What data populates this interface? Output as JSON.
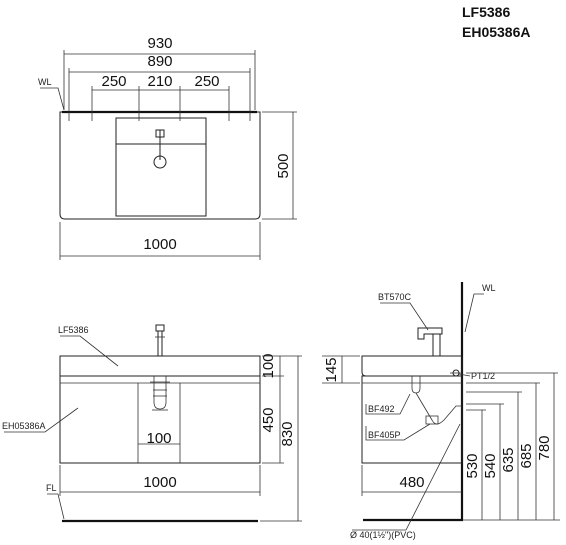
{
  "models": {
    "basin": "LF5386",
    "cabinet": "EH05386A"
  },
  "top_view": {
    "wl_label": "WL",
    "dim_930": "930",
    "dim_890": "890",
    "dim_250_left": "250",
    "dim_210": "210",
    "dim_250_right": "250",
    "dim_500": "500",
    "dim_1000": "1000"
  },
  "front_view": {
    "basin_label": "LF5386",
    "cabinet_label": "EH05386A",
    "fl_label": "FL",
    "dim_100_top": "100",
    "dim_450": "450",
    "dim_830": "830",
    "dim_100_center": "100",
    "dim_1000": "1000"
  },
  "side_view": {
    "faucet_label": "BT570C",
    "wl_label": "WL",
    "pt_label": "PT1/2",
    "bf492_label": "BF492",
    "bf405p_label": "BF405P",
    "pipe_label": "Ø  40(1½\")(PVC)",
    "dim_145": "145",
    "dim_480": "480",
    "dim_530": "530",
    "dim_540": "540",
    "dim_635": "635",
    "dim_685": "685",
    "dim_780": "780"
  }
}
